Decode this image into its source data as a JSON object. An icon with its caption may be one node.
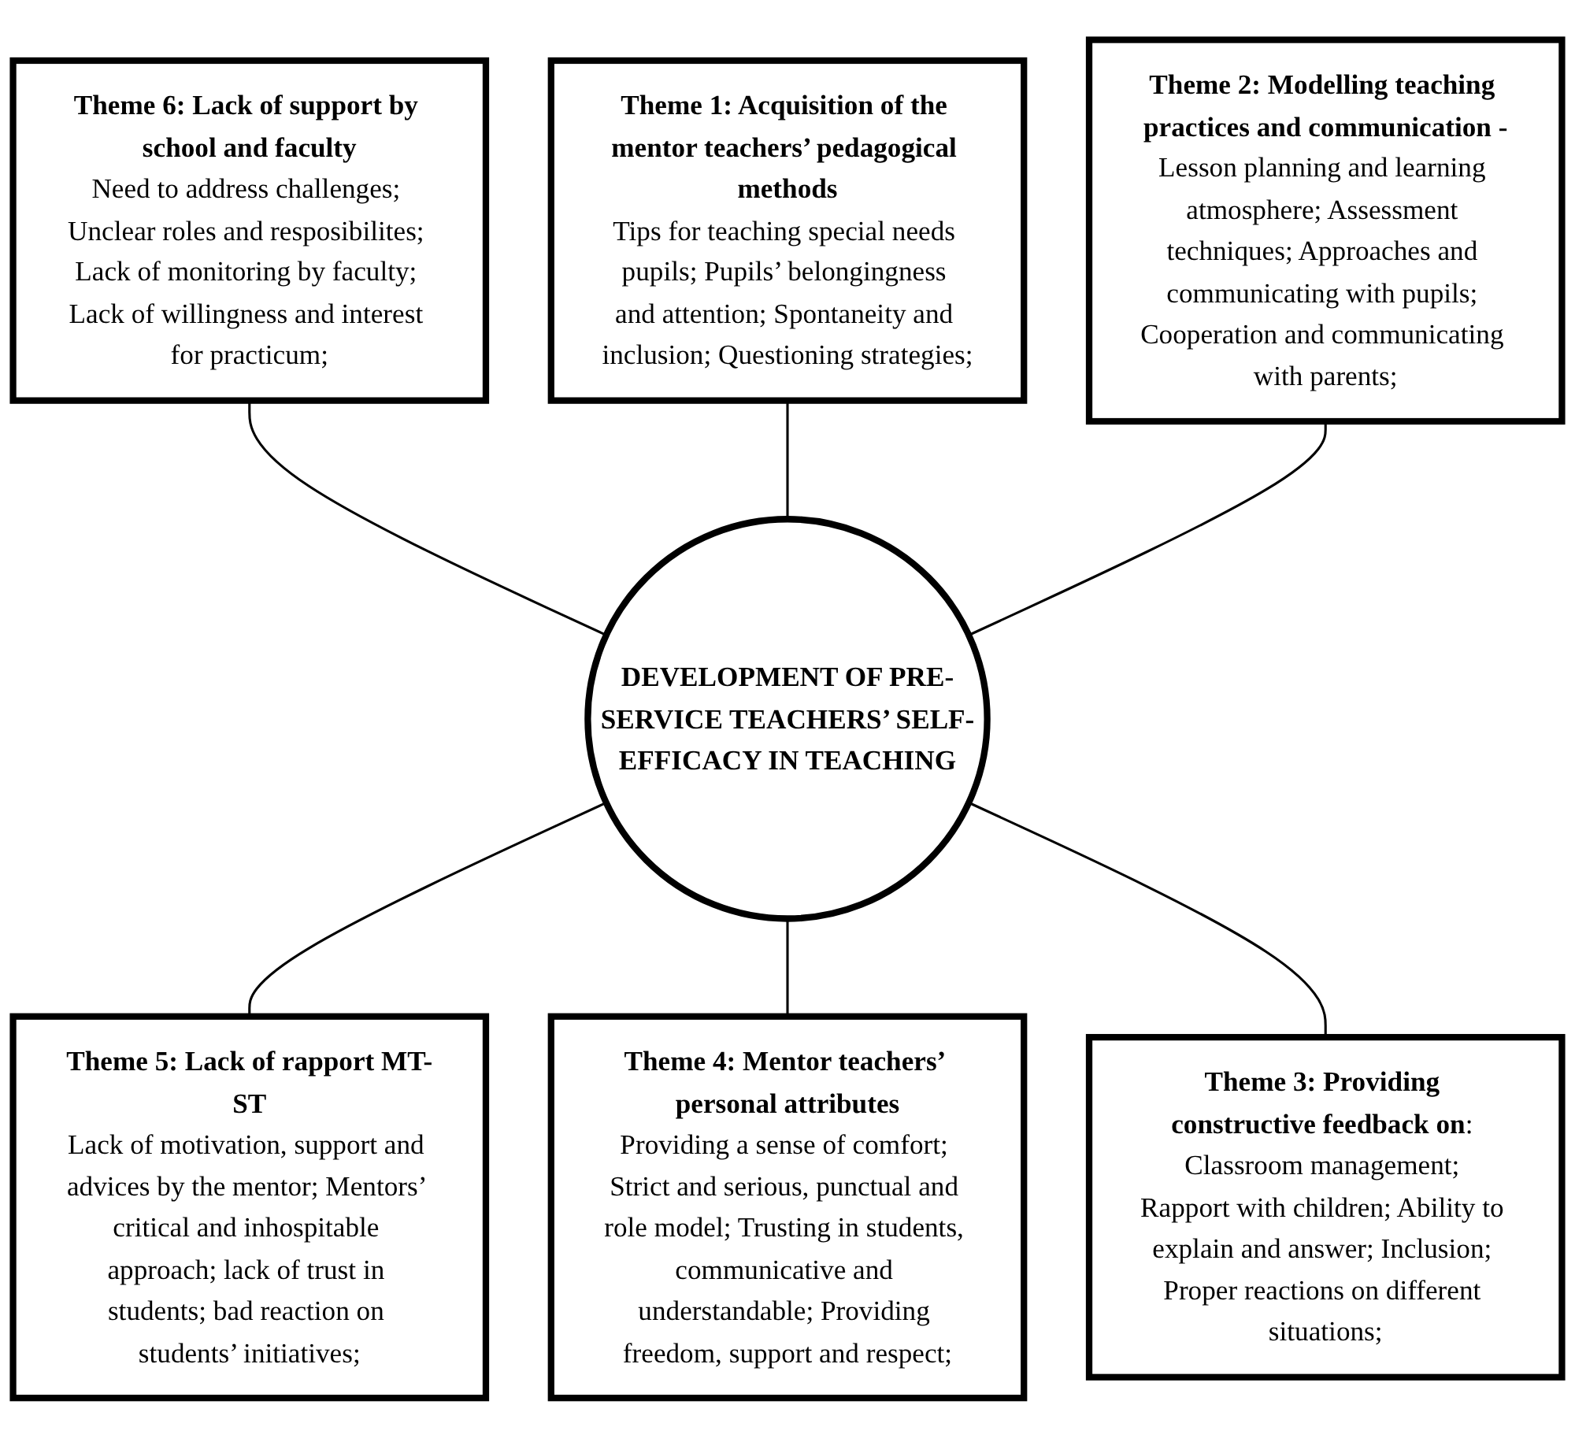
{
  "diagram": {
    "nodes": [
      {
        "text": [
          "Theme 6: Lack of support by school and faculty",
          "Need to address challenges; Unclear roles and resposibilites; Lack of monitoring by faculty; Lack of willingness and interest for practicum;"
        ]
      },
      {
        "text": [
          "Theme 1: Acquisition of the mentor teachers’ pedagogical methods",
          "Tips for teaching special needs pupils; Pupils’ belongingness and attention; Spontaneity and inclusion; Questioning strategies;"
        ]
      },
      {
        "text": [
          "Theme 2: Modelling teaching practices and communication -",
          "Lesson planning and learning atmosphere; Assessment techniques; Approaches and communicating with pupils; Cooperation and communicating with parents;"
        ]
      },
      {
        "text": [
          "DEVELOPMENT OF PRE-SERVICE TEACHERS’ SELF-EFFICACY IN TEACHING"
        ]
      },
      {
        "text": [
          "Theme 5: Lack of rapport MT-ST",
          "Lack of motivation, support and advices by the mentor; Mentors’ critical and inhospitable approach; lack of trust in students; bad reaction on students’ initiatives;"
        ]
      },
      {
        "text": [
          "Theme 4: Mentor teachers’ personal attributes",
          "Providing a sense of comfort; Strict and serious, punctual and role model; Trusting in students, communicative and understandable; Providing freedom, support and respect;"
        ]
      },
      {
        "text": [
          "**Theme 3: Providing constructive feedback on**: Classroom management; Rapport with children; Ability to explain and answer; Inclusion; Proper reactions on different situations;"
        ]
      }
    ],
    "edges": [
      {
        "from": 0,
        "to": 3,
        "arrow": "none"
      },
      {
        "from": 1,
        "to": 3,
        "arrow": "none"
      },
      {
        "from": 2,
        "to": 3,
        "arrow": "none"
      },
      {
        "from": 3,
        "to": 4,
        "arrow": "none"
      },
      {
        "from": 3,
        "to": 5,
        "arrow": "none"
      },
      {
        "from": 3,
        "to": 6,
        "arrow": "none"
      }
    ]
  }
}
